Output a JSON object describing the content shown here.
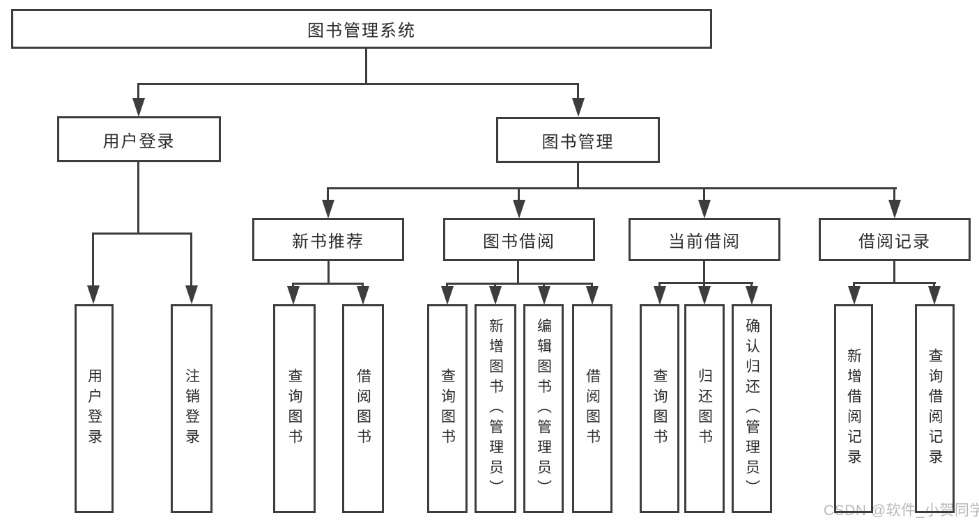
{
  "diagram": {
    "root": {
      "label": "图书管理系统",
      "children": [
        {
          "label": "用户登录",
          "children": [
            {
              "label": "用户登录"
            },
            {
              "label": "注销登录"
            }
          ]
        },
        {
          "label": "图书管理",
          "children": [
            {
              "label": "新书推荐",
              "children": [
                {
                  "label": "查询图书"
                },
                {
                  "label": "借阅图书"
                }
              ]
            },
            {
              "label": "图书借阅",
              "children": [
                {
                  "label": "查询图书"
                },
                {
                  "label": "新增图书（管理员）"
                },
                {
                  "label": "编辑图书（管理员）"
                },
                {
                  "label": "借阅图书"
                }
              ]
            },
            {
              "label": "当前借阅",
              "children": [
                {
                  "label": "查询图书"
                },
                {
                  "label": "归还图书"
                },
                {
                  "label": "确认归还（管理员）"
                }
              ]
            },
            {
              "label": "借阅记录",
              "children": [
                {
                  "label": "新增借阅记录"
                },
                {
                  "label": "查询借阅记录"
                }
              ]
            }
          ]
        }
      ]
    },
    "colors": {
      "line": "#3d3d3d",
      "box_border": "#3d3d3d",
      "text": "#2b2b2b",
      "background": "#ffffff",
      "watermark": "#b9b9b9"
    }
  },
  "watermark": "CSDN @软件_小贺同学"
}
